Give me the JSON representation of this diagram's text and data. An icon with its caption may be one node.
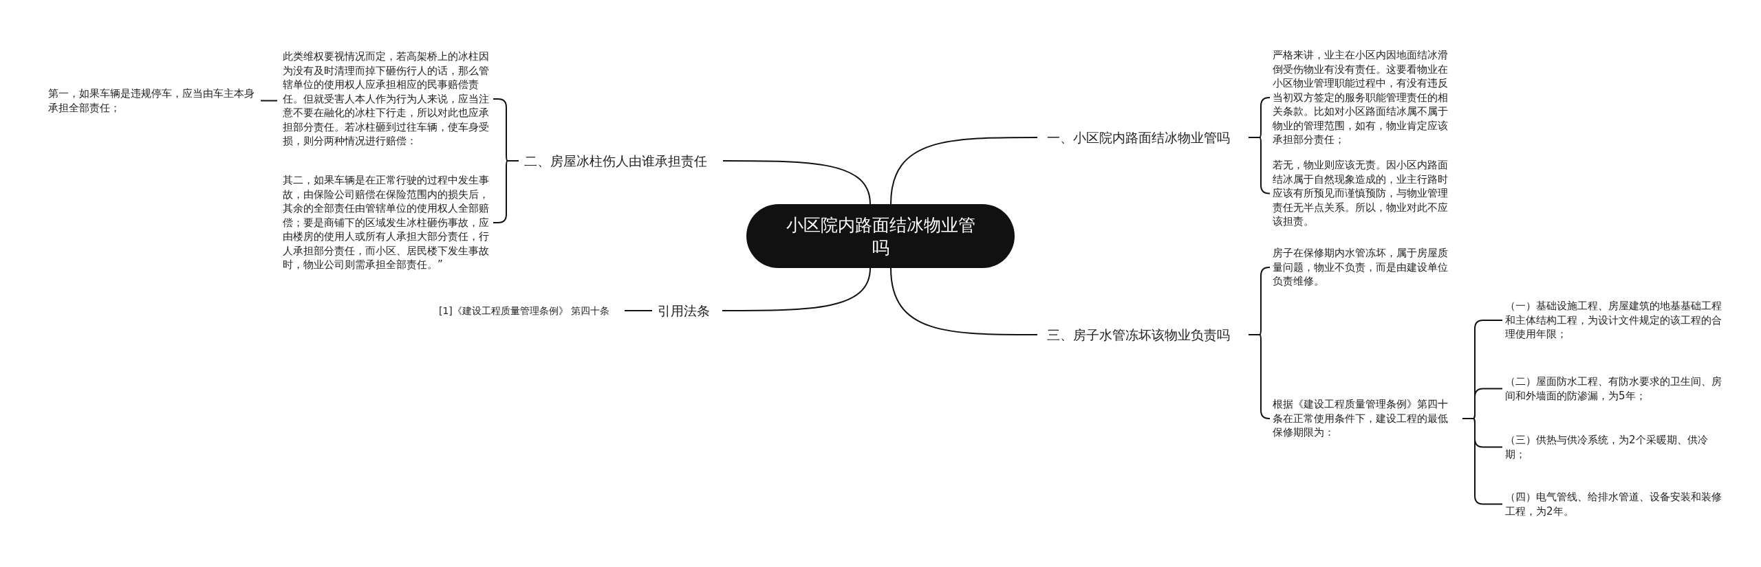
{
  "diagram": {
    "nodes": [
      {
        "text": [
          "小区院内路面结冰物业管吗"
        ]
      },
      {
        "text": [
          "二、房屋冰柱伤人由谁承担责任"
        ]
      },
      {
        "text": [
          "此类维权要视情况而定，若高架桥上的冰柱因为没有及时清理而掉下砸伤行人的话，那么管辖单位的使用权人应承担相应的民事赔偿责任。但就受害人本人作为行为人来说，应当注意不要在融化的冰柱下行走，所以对此也应承担部分责任。若冰柱砸到过往车辆，使车身受损，则分两种情况进行赔偿："
        ]
      },
      {
        "text": [
          "第一，如果车辆是违规停车，应当由车主本身承担全部责任；"
        ]
      },
      {
        "text": [
          "其二，如果车辆是在正常行驶的过程中发生事故，由保险公司赔偿在保险范围内的损失后，其余的全部责任由管辖单位的使用权人全部赔偿；要是商铺下的区域发生冰柱砸伤事故，应由楼房的使用人或所有人承担大部分责任，行人承担部分责任，而小区、居民楼下发生事故时，物业公司则需承担全部责任。”"
        ]
      },
      {
        "text": [
          "引用法条"
        ]
      },
      {
        "text": [
          "[1]《建设工程质量管理条例》 第四十条"
        ]
      },
      {
        "text": [
          "一、小区院内路面结冰物业管吗"
        ]
      },
      {
        "text": [
          "严格来讲，业主在小区内因地面结冰滑倒受伤物业有没有责任。这要看物业在小区物业管理职能过程中，有没有违反当初双方签定的服务职能管理责任的相关条款。比如对小区路面结冰属不属于物业的管理范围，如有，物业肯定应该承担部分责任；"
        ]
      },
      {
        "text": [
          "若无，物业则应该无责。因小区内路面结冰属于自然现象造成的，业主行路时应该有所预见而谨慎预防，与物业管理责任无半点关系。所以，物业对此不应该担责。"
        ]
      },
      {
        "text": [
          "三、房子水管冻坏该物业负责吗"
        ]
      },
      {
        "text": [
          "房子在保修期内水管冻坏，属于房屋质量问题，物业不负责，而是由建设单位负责维修。"
        ]
      },
      {
        "text": [
          "根据《建设工程质量管理条例》第四十条在正常使用条件下，建设工程的最低保修期限为："
        ]
      },
      {
        "text": [
          "（一）基础设施工程、房屋建筑的地基基础工程和主体结构工程，为设计文件规定的该工程的合理使用年限；"
        ]
      },
      {
        "text": [
          "（二）屋面防水工程、有防水要求的卫生间、房间和外墙面的防渗漏，为5年；"
        ]
      },
      {
        "text": [
          "（三）供热与供冷系统，为2个采暖期、供冷期；"
        ]
      },
      {
        "text": [
          "（四）电气管线、给排水管道、设备安装和装修工程，为2年。"
        ]
      }
    ],
    "edges": [
      {
        "from": 0,
        "to": 1,
        "arrow": "none"
      },
      {
        "from": 1,
        "to": 2,
        "arrow": "none"
      },
      {
        "from": 2,
        "to": 3,
        "arrow": "none"
      },
      {
        "from": 1,
        "to": 4,
        "arrow": "none"
      },
      {
        "from": 0,
        "to": 5,
        "arrow": "none"
      },
      {
        "from": 5,
        "to": 6,
        "arrow": "none"
      },
      {
        "from": 0,
        "to": 7,
        "arrow": "none"
      },
      {
        "from": 7,
        "to": 8,
        "arrow": "none"
      },
      {
        "from": 7,
        "to": 9,
        "arrow": "none"
      },
      {
        "from": 0,
        "to": 10,
        "arrow": "none"
      },
      {
        "from": 10,
        "to": 11,
        "arrow": "none"
      },
      {
        "from": 10,
        "to": 12,
        "arrow": "none"
      },
      {
        "from": 12,
        "to": 13,
        "arrow": "none"
      },
      {
        "from": 12,
        "to": 14,
        "arrow": "none"
      },
      {
        "from": 12,
        "to": 15,
        "arrow": "none"
      },
      {
        "from": 12,
        "to": 16,
        "arrow": "none"
      }
    ]
  }
}
